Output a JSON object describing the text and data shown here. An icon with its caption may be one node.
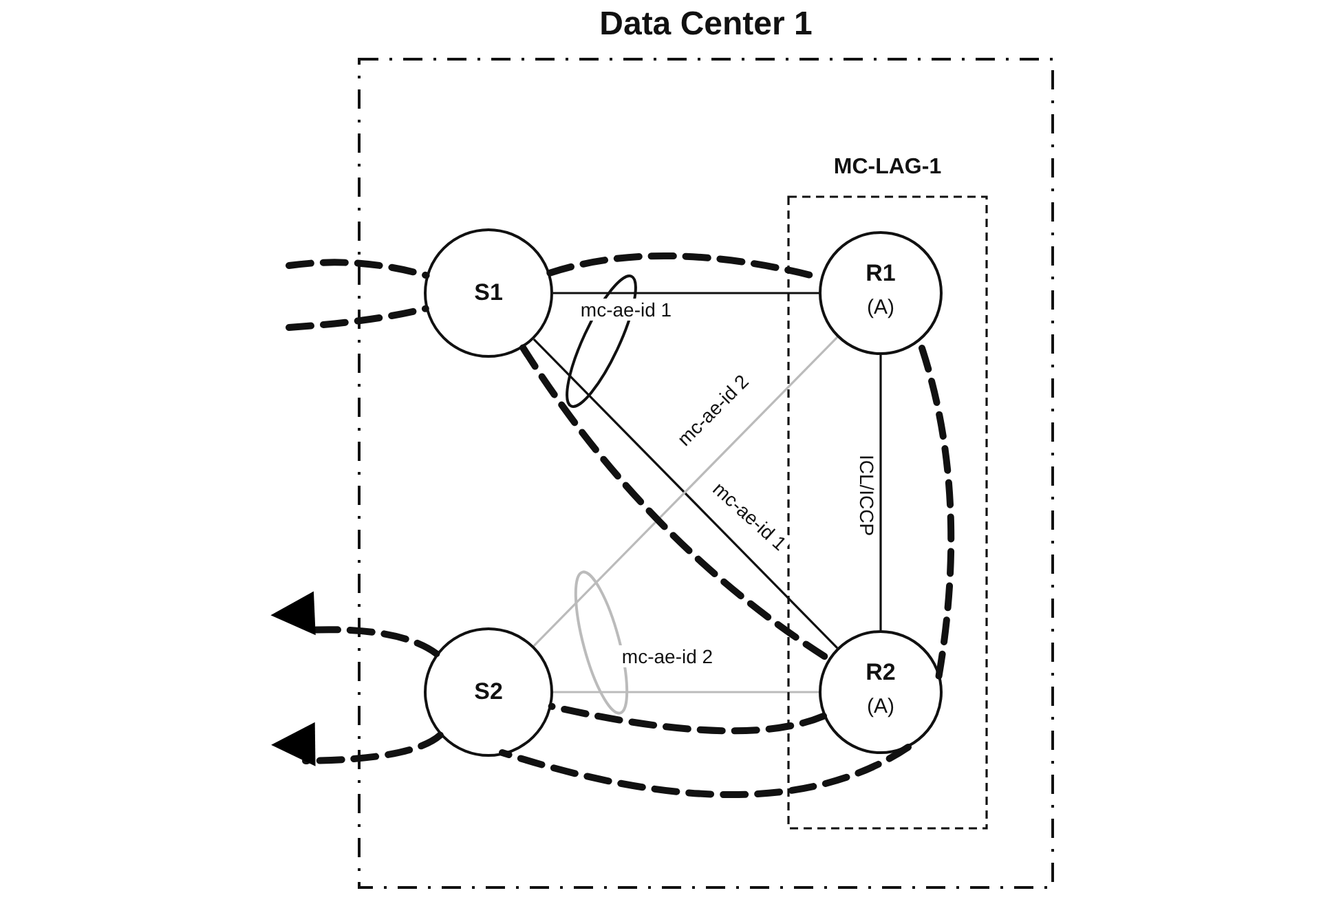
{
  "diagram": {
    "nodes": [
      {
        "text": [
          "Data Center 1"
        ]
      },
      {
        "text": [
          "MC-LAG-1"
        ],
        "in": 0
      },
      {
        "text": [
          "S1"
        ],
        "in": 0
      },
      {
        "text": [
          "R1",
          "(A)"
        ],
        "in": 1
      },
      {
        "text": [
          "S2"
        ],
        "in": 0
      },
      {
        "text": [
          "R2",
          "(A)"
        ],
        "in": 1
      }
    ],
    "edges": [
      {
        "from": 2,
        "to": 3,
        "arrow": "none",
        "label": "mc-ae-id 1"
      },
      {
        "from": 2,
        "to": 5,
        "arrow": "none",
        "label": "mc-ae-id 1"
      },
      {
        "from": 3,
        "to": 4,
        "arrow": "none",
        "label": "mc-ae-id 2",
        "color": "#bbbbbb"
      },
      {
        "from": 4,
        "to": 5,
        "arrow": "none",
        "label": "mc-ae-id 2",
        "color": "#bbbbbb"
      },
      {
        "from": 3,
        "to": 5,
        "arrow": "none",
        "label": "ICL/ICCP"
      },
      {
        "from": null,
        "to": 2,
        "arrow": "none",
        "style": "dashed"
      },
      {
        "from": 2,
        "to": 3,
        "arrow": "none",
        "style": "dashed"
      },
      {
        "from": 3,
        "to": 5,
        "arrow": "none",
        "style": "dashed"
      },
      {
        "from": 5,
        "to": 4,
        "arrow": "none",
        "style": "dashed"
      },
      {
        "from": 4,
        "to": null,
        "arrow": "to",
        "style": "dashed"
      },
      {
        "from": null,
        "to": 2,
        "arrow": "none",
        "style": "dashed"
      },
      {
        "from": 2,
        "to": 5,
        "arrow": "none",
        "style": "dashed"
      },
      {
        "from": 5,
        "to": 4,
        "arrow": "none",
        "style": "dashed"
      },
      {
        "from": 4,
        "to": null,
        "arrow": "to",
        "style": "dashed"
      }
    ]
  }
}
